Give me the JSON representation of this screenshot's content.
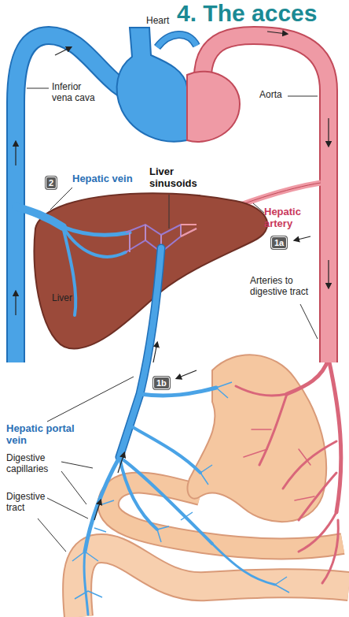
{
  "diagram": {
    "title": "4. The acces",
    "nodes": [
      {
        "text": [
          "2"
        ]
      },
      {
        "text": [
          "1a"
        ]
      },
      {
        "text": [
          "1b"
        ]
      }
    ],
    "labels": [
      "Heart",
      "Aorta",
      "Inferior vena cava",
      "Hepatic vein",
      "Liver sinusoids",
      "Hepatic artery",
      "Liver",
      "Arteries to digestive tract",
      "Hepatic portal vein",
      "Digestive capillaries",
      "Digestive tract"
    ]
  }
}
